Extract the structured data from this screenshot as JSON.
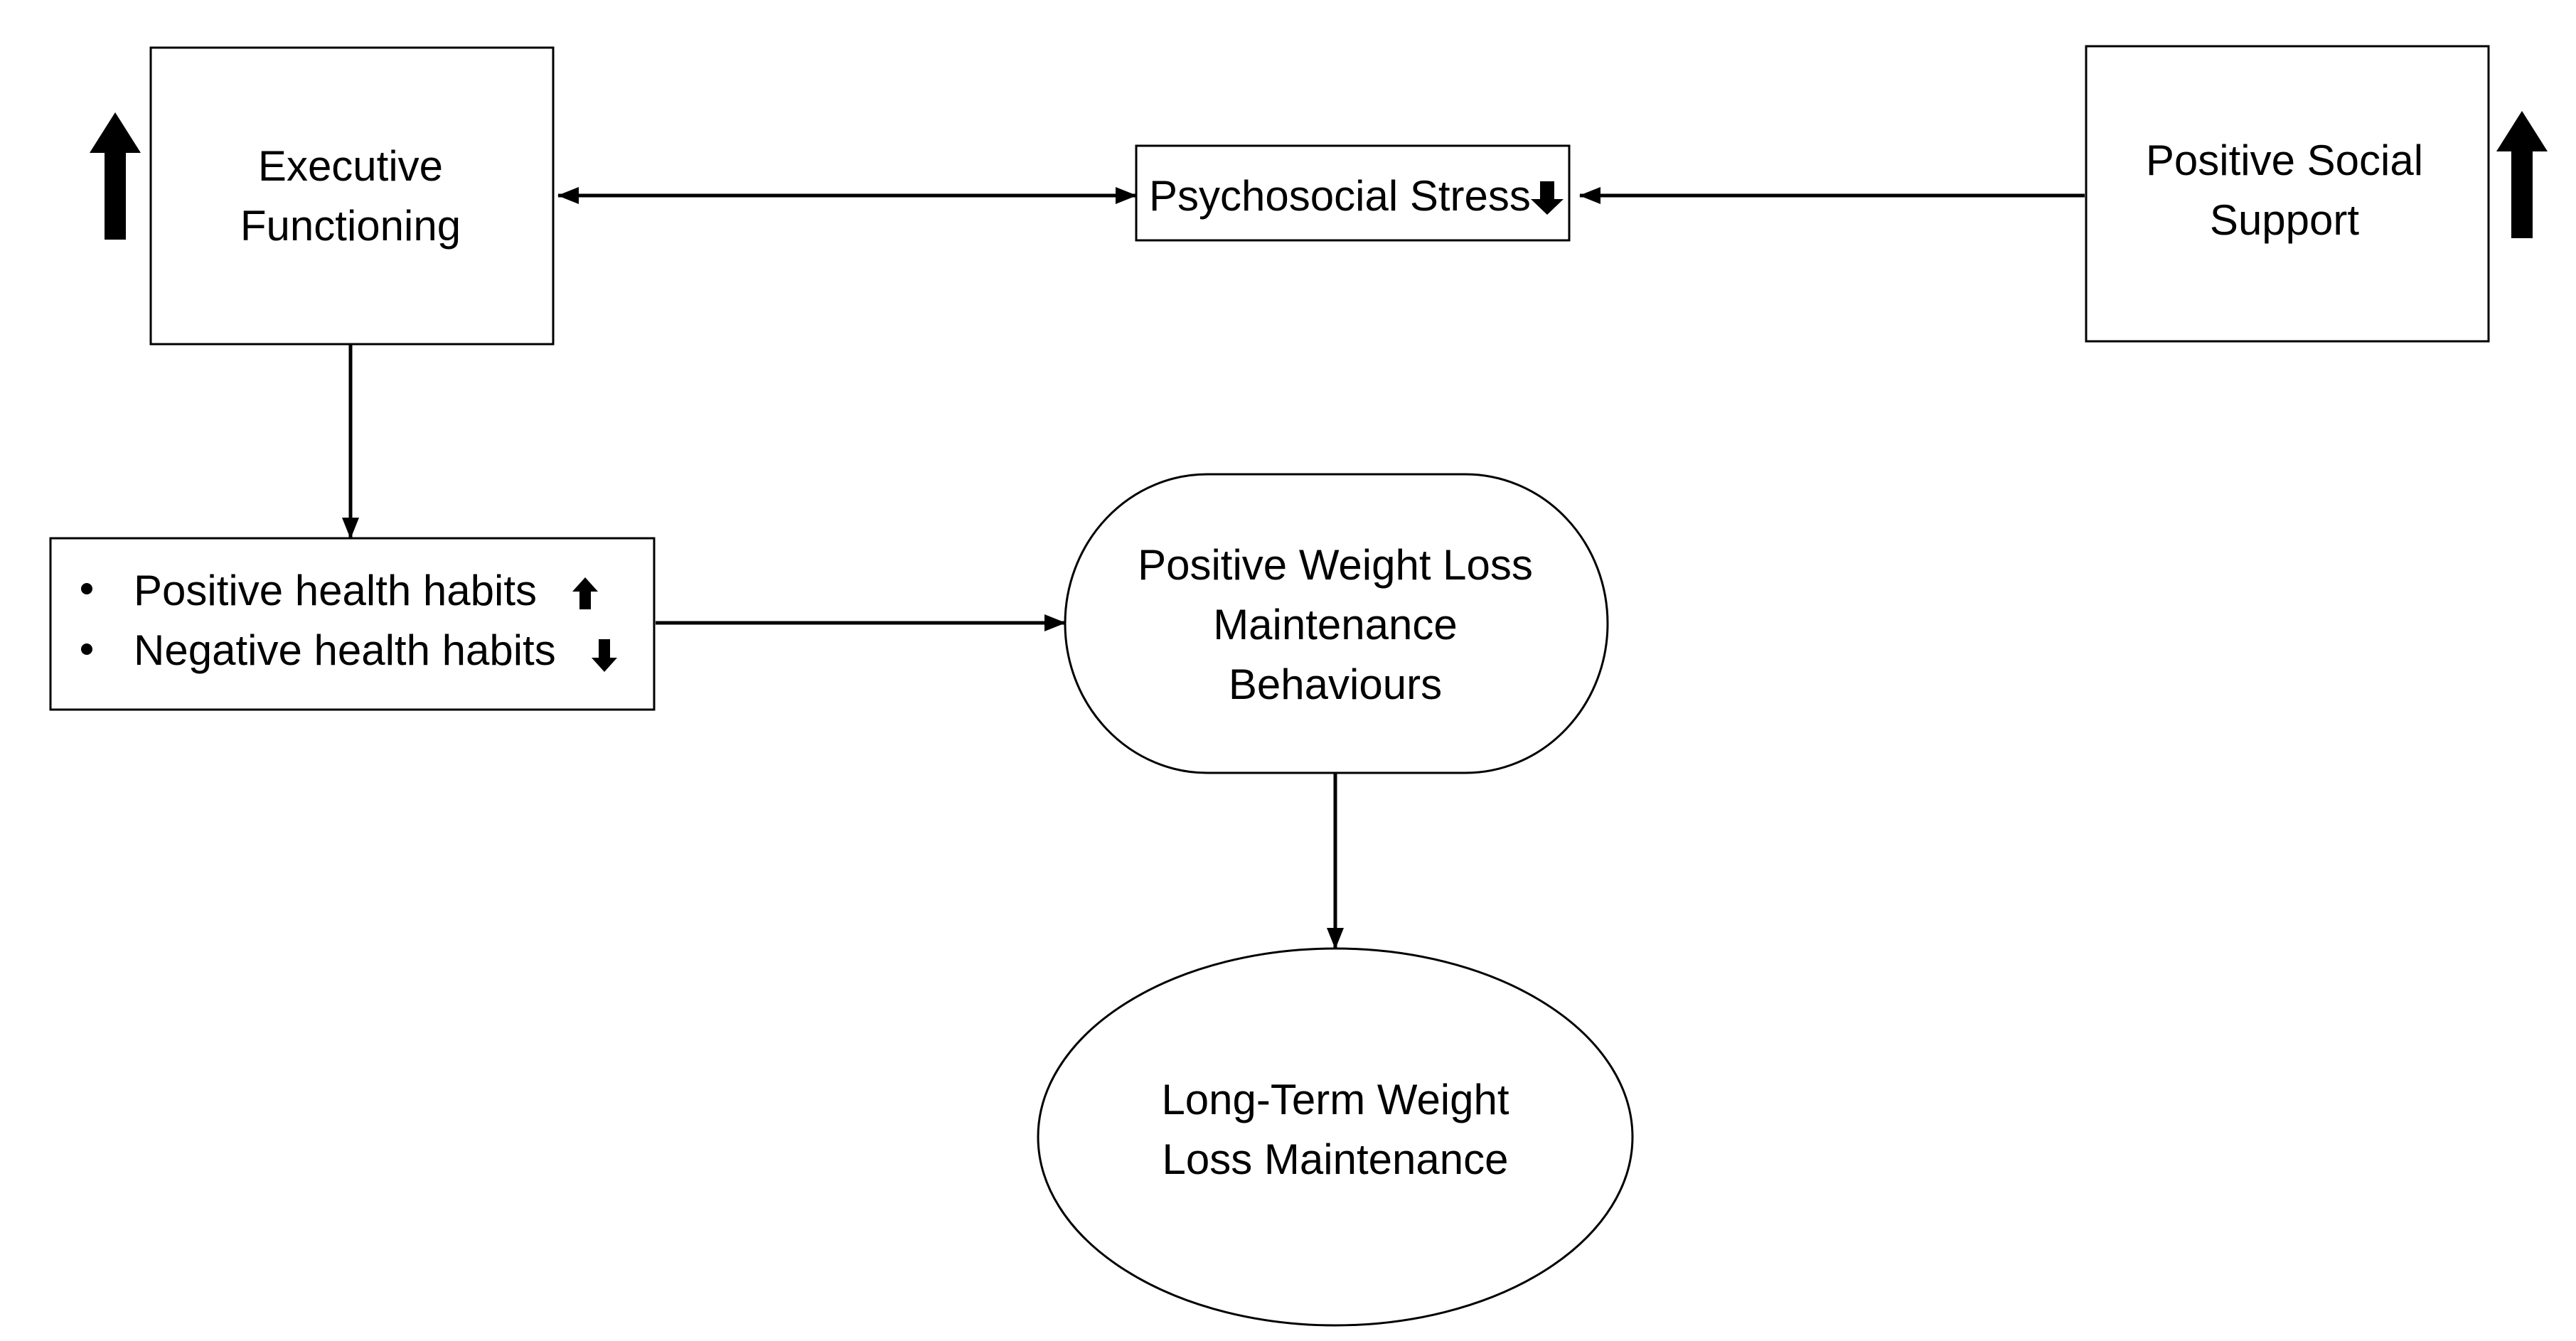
{
  "diagram": {
    "executive_functioning": {
      "lines": [
        "Executive",
        "Functioning"
      ],
      "direction": "up"
    },
    "psychosocial_stress": {
      "label": "Psychosocial Stress",
      "direction": "down"
    },
    "positive_social_support": {
      "lines": [
        "Positive Social",
        "Support"
      ],
      "direction": "up"
    },
    "health_habits": {
      "items": [
        {
          "label": "Positive health habits",
          "direction": "up"
        },
        {
          "label": "Negative health habits",
          "direction": "down"
        }
      ]
    },
    "weight_loss_behaviours": {
      "lines": [
        "Positive Weight Loss",
        "Maintenance",
        "Behaviours"
      ]
    },
    "long_term_maintenance": {
      "lines": [
        "Long-Term Weight",
        "Loss Maintenance"
      ]
    },
    "edges": [
      {
        "from": "executive_functioning",
        "to": "psychosocial_stress",
        "bidirectional": true
      },
      {
        "from": "positive_social_support",
        "to": "psychosocial_stress",
        "bidirectional": false
      },
      {
        "from": "executive_functioning",
        "to": "health_habits",
        "bidirectional": false
      },
      {
        "from": "health_habits",
        "to": "weight_loss_behaviours",
        "bidirectional": false
      },
      {
        "from": "weight_loss_behaviours",
        "to": "long_term_maintenance",
        "bidirectional": false
      }
    ],
    "colors": {
      "stroke": "#000000",
      "fill": "#ffffff"
    }
  }
}
